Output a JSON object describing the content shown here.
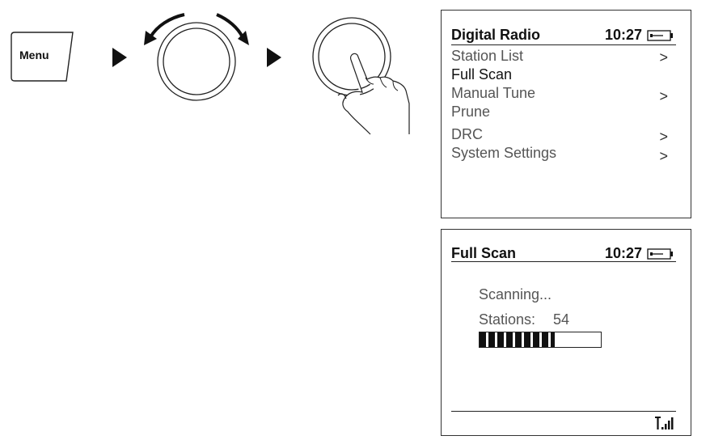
{
  "menu_key": {
    "label": "Menu"
  },
  "screen1": {
    "title": "Digital Radio",
    "time": "10:27",
    "items": [
      {
        "label": "Station List",
        "has_submenu": true
      },
      {
        "label": "Full Scan",
        "has_submenu": false,
        "selected": true
      },
      {
        "label": "Manual Tune",
        "has_submenu": true
      },
      {
        "label": "Prune",
        "has_submenu": false
      },
      {
        "label": "DRC",
        "has_submenu": true
      },
      {
        "label": "System Settings",
        "has_submenu": true
      }
    ],
    "chevron": ">"
  },
  "screen2": {
    "title": "Full Scan",
    "time": "10:27",
    "status": "Scanning...",
    "stations_label": "Stations:",
    "stations_count": "54",
    "progress": 0.62
  },
  "icons": [
    "menu-key",
    "play-arrow-icon",
    "rotary-knob-rotate-icon",
    "rotary-knob-press-icon",
    "pointing-hand-icon",
    "battery-icon",
    "signal-strength-icon"
  ]
}
